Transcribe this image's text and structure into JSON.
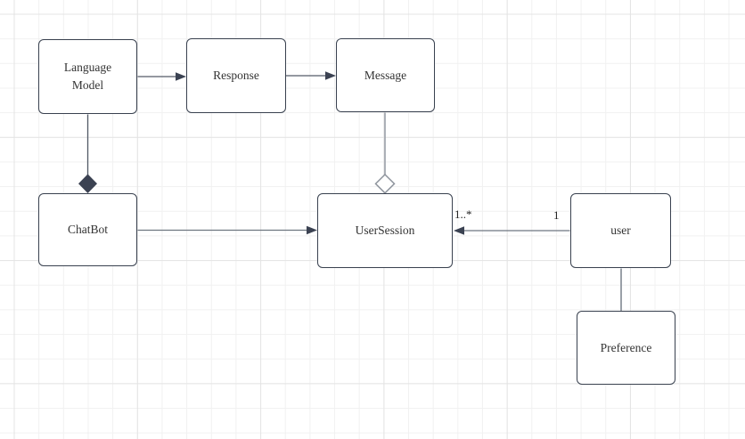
{
  "canvas": {
    "background": "#ffffff",
    "grid_minor_color": "#f1f1f1",
    "grid_major_color": "#e4e4e4"
  },
  "colors": {
    "node_border": "#39414f",
    "node_fill": "#ffffff",
    "text": "#333333",
    "arrow_line": "#535b68",
    "assoc_line": "#6e7680",
    "light_line": "#9aa0a8",
    "arrowhead_fill": "#3b4252",
    "composition_diamond_fill": "#3b4252",
    "aggregation_diamond_fill": "#ffffff",
    "aggregation_diamond_stroke": "#8d939c"
  },
  "nodes": {
    "language_model": {
      "label": "Language\nModel"
    },
    "response": {
      "label": "Response"
    },
    "message": {
      "label": "Message"
    },
    "chatbot": {
      "label": "ChatBot"
    },
    "user_session": {
      "label": "UserSession"
    },
    "user": {
      "label": "user"
    },
    "preference": {
      "label": "Preference"
    }
  },
  "edges": {
    "language_model_to_response": {
      "type": "directed-arrow"
    },
    "response_to_message": {
      "type": "directed-arrow"
    },
    "language_model_to_chatbot": {
      "type": "composition"
    },
    "message_to_user_session": {
      "type": "aggregation"
    },
    "chatbot_to_user_session": {
      "type": "directed-arrow"
    },
    "user_to_user_session": {
      "type": "directed-arrow",
      "source_multiplicity": "1",
      "target_multiplicity": "1..*"
    },
    "user_to_preference": {
      "type": "plain-line"
    }
  }
}
